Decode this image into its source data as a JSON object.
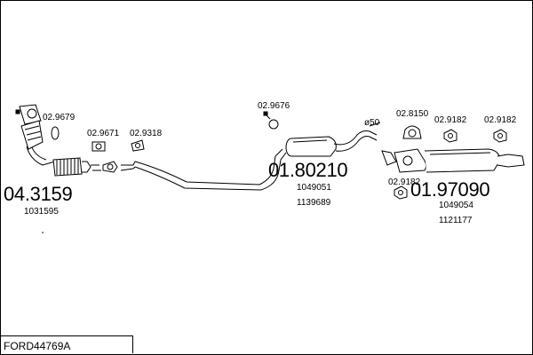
{
  "model": "FORD44769A",
  "diameter_label": "ø50",
  "parts": {
    "front_pipe_clamp": "02.9679",
    "gasket_front": "02.9671",
    "gasket_mid": "02.9318",
    "mid_clamp": "02.9676",
    "mount_ring": "02.8150",
    "hanger_a": "02.9182",
    "hanger_b": "02.9182",
    "hanger_c": "02.9182",
    "front_section": {
      "code": "04.3159",
      "refs": [
        "1031595"
      ]
    },
    "middle_silencer": {
      "code": "01.80210",
      "refs": [
        "1049051",
        "1139689"
      ]
    },
    "rear_silencer": {
      "code": "01.97090",
      "refs": [
        "1049054",
        "1121177"
      ]
    }
  },
  "icons": [
    "catalytic-converter-icon",
    "flex-pipe-icon",
    "middle-silencer-icon",
    "rear-silencer-icon",
    "clamp-icon",
    "gasket-icon",
    "rubber-hanger-icon",
    "mounting-ring-icon"
  ]
}
